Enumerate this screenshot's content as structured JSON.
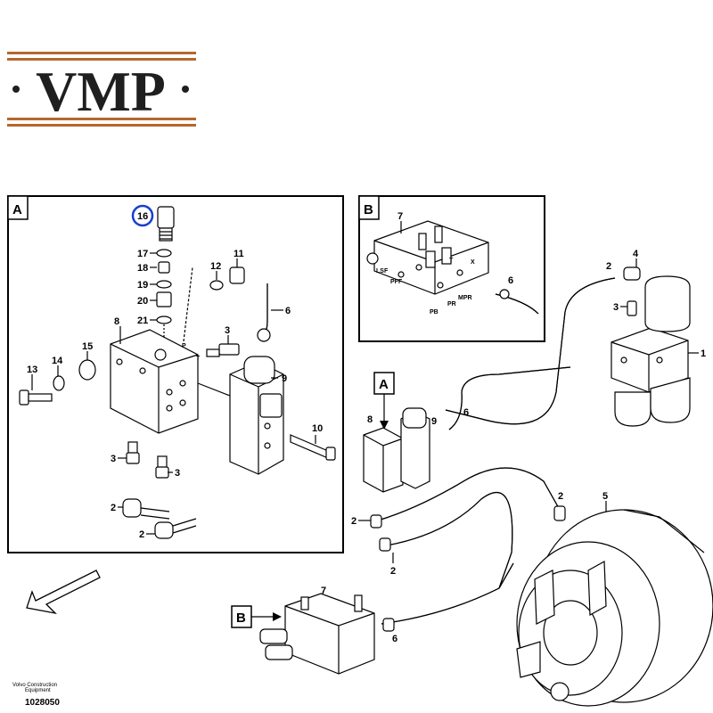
{
  "logo": {
    "text": "VMP",
    "color_band": "#b5672e",
    "color_text": "#1f1f1f"
  },
  "panels": {
    "a_letter": "A",
    "b_letter": "B",
    "a_ref": "A",
    "b_ref": "B"
  },
  "callouts": {
    "p16": "16",
    "p17": "17",
    "p18": "18",
    "p19": "19",
    "p20": "20",
    "p21": "21",
    "p12": "12",
    "p11": "11",
    "p6a": "6",
    "p3a": "3",
    "p8a": "8",
    "p15": "15",
    "p14": "14",
    "p13": "13",
    "p9a": "9",
    "p10": "10",
    "p3b": "3",
    "p3c": "3",
    "p2a": "2",
    "p2b": "2",
    "p7b": "7",
    "p6b": "6",
    "p2c": "2",
    "p4": "4",
    "p3d": "3",
    "p1": "1",
    "p8c": "8",
    "p9c": "9",
    "p6c": "6",
    "p2d": "2",
    "p2e": "2",
    "p2f": "2",
    "p5": "5",
    "p7d": "7",
    "p6d": "6"
  },
  "port_labels": {
    "lsf": "LSF",
    "pff": "PFF",
    "pb": "PB",
    "pr": "PR",
    "mpr": "MPR",
    "t": "T",
    "x": "X",
    "p": "P",
    "ta": "T"
  },
  "highlight_color": "#1a3fcf",
  "footer": {
    "line1": "Volvo Construction",
    "line2": "Equipment",
    "code": "1028050"
  }
}
